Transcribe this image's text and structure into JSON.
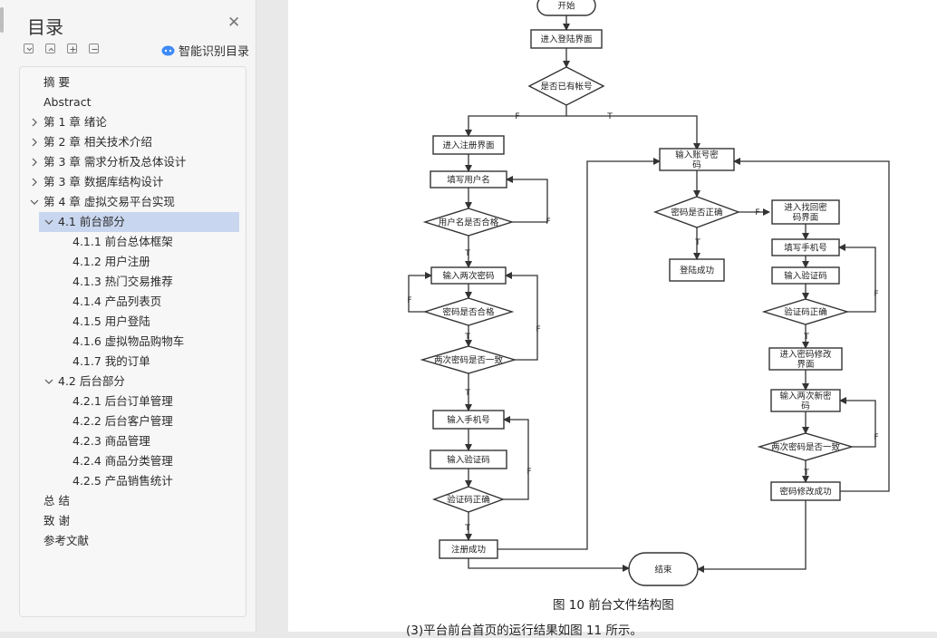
{
  "outline": {
    "title": "目录",
    "ai_button": "智能识别目录",
    "items": [
      {
        "label": "摘 要",
        "level": 0,
        "expand": "none"
      },
      {
        "label": "Abstract",
        "level": 0,
        "expand": "none"
      },
      {
        "label": "第 1 章  绪论",
        "level": 0,
        "expand": "collapsed"
      },
      {
        "label": "第 2 章  相关技术介绍",
        "level": 0,
        "expand": "collapsed"
      },
      {
        "label": "第 3 章  需求分析及总体设计",
        "level": 0,
        "expand": "collapsed"
      },
      {
        "label": "第 3 章  数据库结构设计",
        "level": 0,
        "expand": "collapsed"
      },
      {
        "label": "第 4 章  虚拟交易平台实现",
        "level": 0,
        "expand": "expanded"
      },
      {
        "label": "4.1  前台部分",
        "level": 1,
        "expand": "expanded",
        "selected": true
      },
      {
        "label": "4.1.1  前台总体框架",
        "level": 2,
        "expand": "none"
      },
      {
        "label": "4.1.2  用户注册",
        "level": 2,
        "expand": "none"
      },
      {
        "label": "4.1.3  热门交易推荐",
        "level": 2,
        "expand": "none"
      },
      {
        "label": "4.1.4  产品列表页",
        "level": 2,
        "expand": "none"
      },
      {
        "label": "4.1.5  用户登陆",
        "level": 2,
        "expand": "none"
      },
      {
        "label": "4.1.6  虚拟物品购物车",
        "level": 2,
        "expand": "none"
      },
      {
        "label": "4.1.7  我的订单",
        "level": 2,
        "expand": "none"
      },
      {
        "label": "4.2  后台部分",
        "level": 1,
        "expand": "expanded"
      },
      {
        "label": "4.2.1  后台订单管理",
        "level": 2,
        "expand": "none"
      },
      {
        "label": "4.2.2  后台客户管理",
        "level": 2,
        "expand": "none"
      },
      {
        "label": "4.2.3  商品管理",
        "level": 2,
        "expand": "none"
      },
      {
        "label": "4.2.4  商品分类管理",
        "level": 2,
        "expand": "none"
      },
      {
        "label": "4.2.5  产品销售统计",
        "level": 2,
        "expand": "none"
      },
      {
        "label": "总    结",
        "level": 0,
        "expand": "none"
      },
      {
        "label": "致    谢",
        "level": 0,
        "expand": "none"
      },
      {
        "label": "参考文献",
        "level": 0,
        "expand": "none"
      }
    ]
  },
  "document": {
    "figure_caption": "图 10    前台文件结构图",
    "body_text": "(3)平台前台首页的运行结果如图 11 所示。",
    "flowchart": {
      "nodes": {
        "start": "开始",
        "login_page": "进入登陆界面",
        "has_account": "是否已有帐号",
        "register_page": "进入注册界面",
        "fill_username": "填写用户名",
        "username_ok": "用户名是否合格",
        "enter_pwd_twice": "输入两次密码",
        "pwd_ok": "密码是否合格",
        "pwd_same": "两次密码是否一致",
        "enter_phone": "输入手机号",
        "enter_code": "输入验证码",
        "code_ok": "验证码正确",
        "register_ok": "注册成功",
        "account_pwd": "输入账号密\n码",
        "pwd_correct": "密码是否正确",
        "login_ok": "登陆成功",
        "find_pwd": "进入找回密\n码界面",
        "fill_phone": "填写手机号",
        "enter_code2": "输入验证码",
        "code_correct": "验证码正确",
        "modify_pwd": "进入密码修改\n界面",
        "new_pwd_twice": "输入两次新密\n码",
        "new_pwd_same": "两次密码是否一致",
        "modify_ok": "密码修改成功",
        "end": "结束"
      },
      "labels": {
        "true": "T",
        "false": "F"
      }
    }
  }
}
